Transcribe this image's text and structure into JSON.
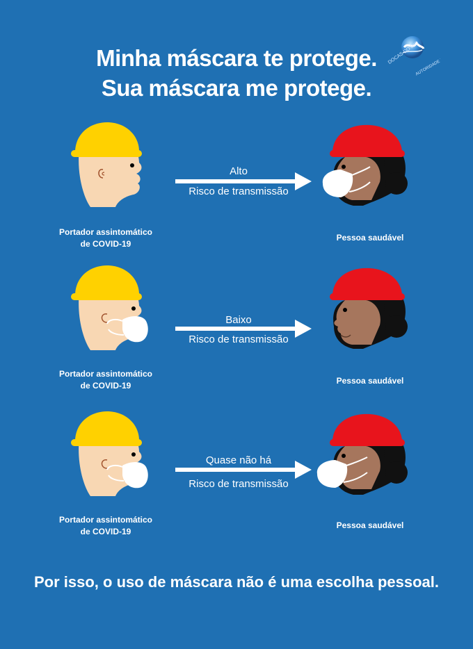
{
  "title": {
    "line1": "Minha máscara te protege.",
    "line2": "Sua máscara me protege."
  },
  "logo": {
    "text": "DOCAS DO RIO AUTORIDADE PORTUÁRIA"
  },
  "rows": [
    {
      "risk_level": "Alto",
      "risk_text": "Risco de transmissão",
      "carrier_label_line1": "Portador assintomático",
      "carrier_label_line2": "de COVID-19",
      "healthy_label": "Pessoa saudável"
    },
    {
      "risk_level": "Baixo",
      "risk_text": "Risco de transmissão",
      "carrier_label_line1": "Portador assintomático",
      "carrier_label_line2": "de COVID-19",
      "healthy_label": "Pessoa saudável"
    },
    {
      "risk_level": "Quase não há",
      "risk_text": "Risco de transmissão",
      "carrier_label_line1": "Portador assintomático",
      "carrier_label_line2": "de COVID-19",
      "healthy_label": "Pessoa saudável"
    }
  ],
  "footer": "Por isso, o uso de máscara não é uma escolha pessoal.",
  "colors": {
    "background": "#1f70b3",
    "yellow_hat": "#ffd100",
    "red_hat": "#e8141c",
    "skin_light": "#f8d7b3",
    "skin_dark": "#a6765d",
    "hair": "#111111",
    "mask": "#ffffff"
  }
}
